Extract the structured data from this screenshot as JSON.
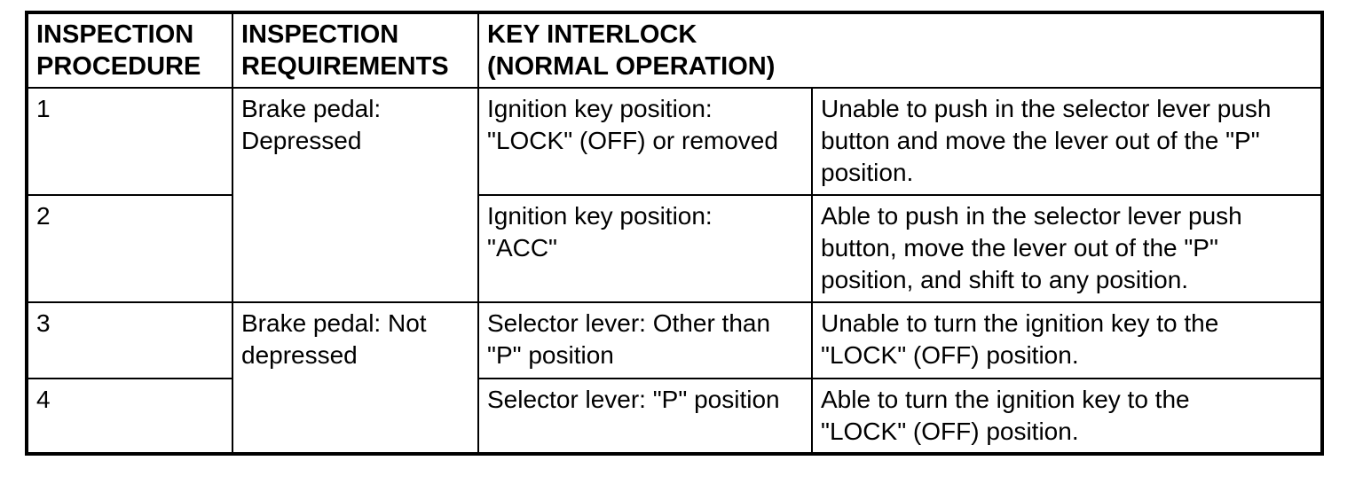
{
  "table": {
    "header": {
      "col_procedure": "INSPECTION\nPROCEDURE",
      "col_requirements": "INSPECTION\nREQUIREMENTS",
      "col_key_interlock": "KEY INTERLOCK\n(NORMAL OPERATION)"
    },
    "rows": [
      {
        "procedure": "1",
        "requirements": "Brake pedal:\nDepressed",
        "condition": "Ignition key position:\n\"LOCK\" (OFF) or removed",
        "result": "Unable to push in the selector lever push\nbutton and move the lever out of the \"P\"\nposition."
      },
      {
        "procedure": "2",
        "condition": "Ignition key position:\n\"ACC\"",
        "result": "Able to push in the selector lever push\nbutton, move the lever out of the \"P\"\nposition, and shift to any position."
      },
      {
        "procedure": "3",
        "requirements": "Brake pedal: Not\ndepressed",
        "condition": "Selector lever: Other than\n\"P\" position",
        "result": "Unable to turn the ignition key to the\n\"LOCK\" (OFF) position."
      },
      {
        "procedure": "4",
        "condition": "Selector lever: \"P\" position",
        "result": "Able to turn the ignition key to the\n\"LOCK\" (OFF) position."
      }
    ],
    "colors": {
      "border": "#000000",
      "text": "#000000",
      "background": "#ffffff"
    }
  }
}
